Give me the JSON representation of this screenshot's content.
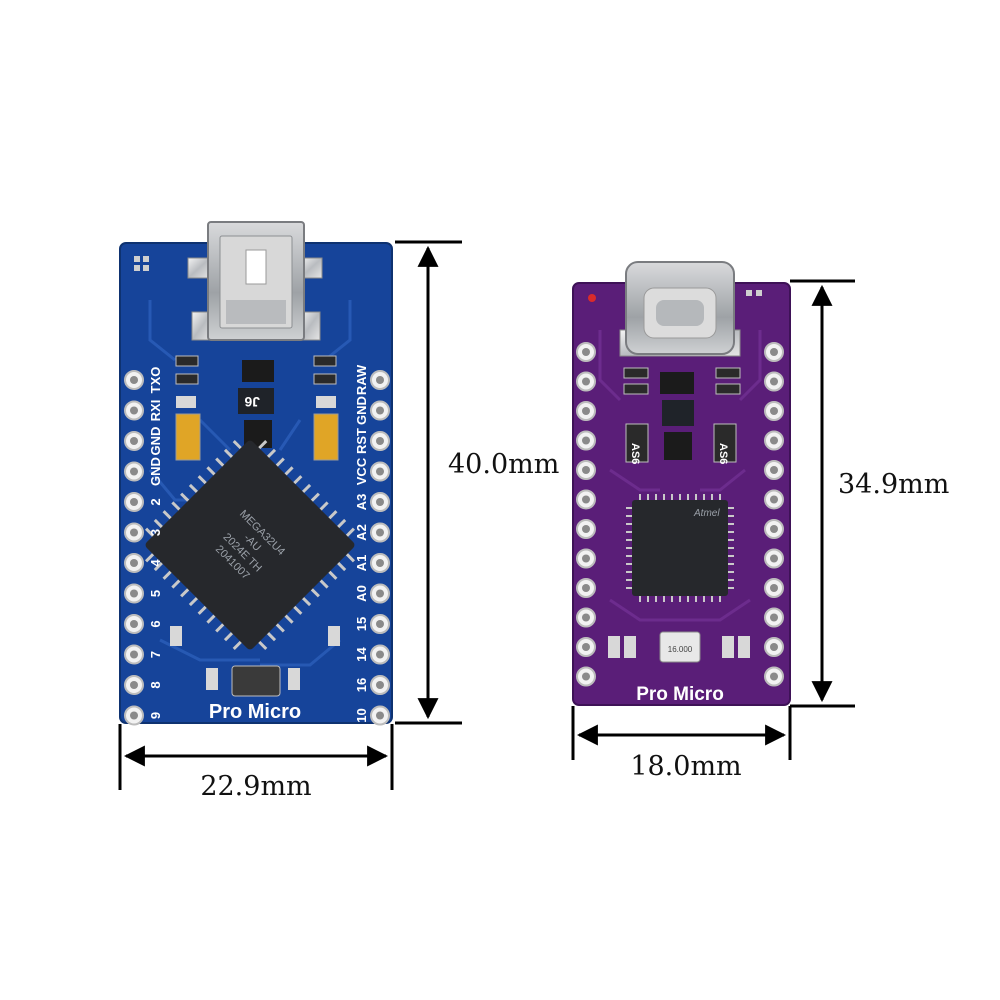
{
  "boards": {
    "left": {
      "board_label": "Pro Micro",
      "chip_text": [
        "MEGA32U4",
        "-AU",
        "2024E TH",
        "2041007"
      ],
      "crystal_text": "",
      "jumper_label": "J6",
      "left_pin_labels": [
        "TXO",
        "RXI",
        "GND",
        "GND",
        "2",
        "3",
        "4",
        "5",
        "6",
        "7",
        "8",
        "9"
      ],
      "right_pin_labels": [
        "RAW",
        "GND",
        "RST",
        "VCC",
        "A3",
        "A2",
        "A1",
        "A0",
        "15",
        "14",
        "16",
        "10"
      ],
      "colors": {
        "pcb": "#16449a",
        "pcb_edge": "#0e3270",
        "trace": "#2a5db8"
      }
    },
    "right": {
      "board_label": "Pro Micro",
      "chip_text": [
        "Atmel"
      ],
      "crystal_text": "16.000",
      "side_marks": [
        "AS6",
        "AS6"
      ],
      "colors": {
        "pcb": "#5a1e78",
        "pcb_edge": "#3e1257",
        "trace": "#6f2e90"
      }
    }
  },
  "dimensions": {
    "left_height": "40.0mm",
    "left_width": "22.9mm",
    "right_height": "34.9mm",
    "right_width": "18.0mm"
  }
}
